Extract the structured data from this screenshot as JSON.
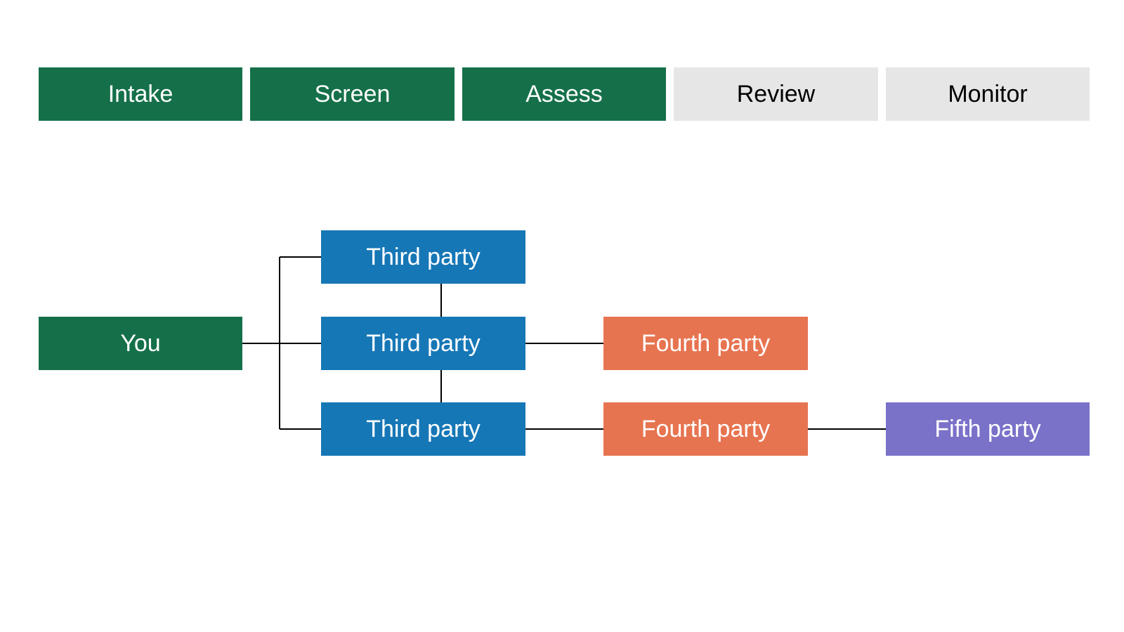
{
  "colors": {
    "stage_active_bg": "#157049",
    "stage_active_text": "#ffffff",
    "stage_inactive_bg": "#e6e6e6",
    "stage_inactive_text": "#000000",
    "you": "#157049",
    "third_party": "#1677b6",
    "fourth_party": "#e77450",
    "fifth_party": "#7a71c9",
    "connector": "#000000"
  },
  "stages": [
    {
      "label": "Intake",
      "active": true
    },
    {
      "label": "Screen",
      "active": true
    },
    {
      "label": "Assess",
      "active": true
    },
    {
      "label": "Review",
      "active": false
    },
    {
      "label": "Monitor",
      "active": false
    }
  ],
  "nodes": {
    "you": {
      "label": "You"
    },
    "third_party_1": {
      "label": "Third party"
    },
    "third_party_2": {
      "label": "Third party"
    },
    "third_party_3": {
      "label": "Third party"
    },
    "fourth_party_1": {
      "label": "Fourth party"
    },
    "fourth_party_2": {
      "label": "Fourth party"
    },
    "fifth_party_1": {
      "label": "Fifth party"
    }
  }
}
